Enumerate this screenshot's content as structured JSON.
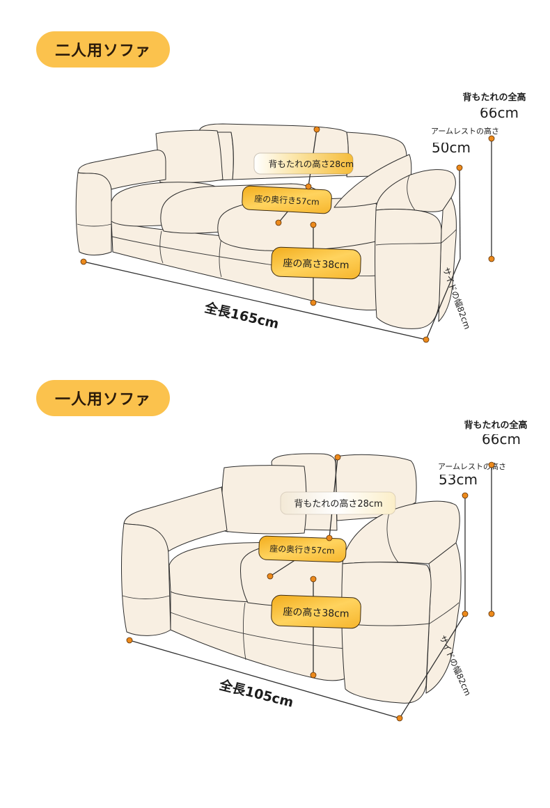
{
  "sections": [
    {
      "title": "二人用ソファ",
      "back_total_height_title": "背もたれの全高",
      "back_total_height_value": "66cm",
      "armrest_height_title": "アームレストの高さ",
      "armrest_height_value": "50cm",
      "back_height": "背もたれの高さ28cm",
      "seat_depth": "座の奥行き57cm",
      "seat_height": "座の高さ38cm",
      "overall_length": "全長165cm",
      "side_width": "サイドの幅82cm"
    },
    {
      "title": "一人用ソファ",
      "back_total_height_title": "背もたれの全高",
      "back_total_height_value": "66cm",
      "armrest_height_title": "アームレストの高さ",
      "armrest_height_value": "53cm",
      "back_height": "背もたれの高さ28cm",
      "seat_depth": "座の奥行き57cm",
      "seat_height": "座の高さ38cm",
      "overall_length": "全長105cm",
      "side_width": "サイドの幅82cm"
    }
  ],
  "colors": {
    "accent": "#fbc24d",
    "dimension_dot": "#ec8a1c",
    "sofa_fill": "#f8efe2",
    "outline": "#2b2b2b",
    "label_yellow": "#f4b324"
  }
}
